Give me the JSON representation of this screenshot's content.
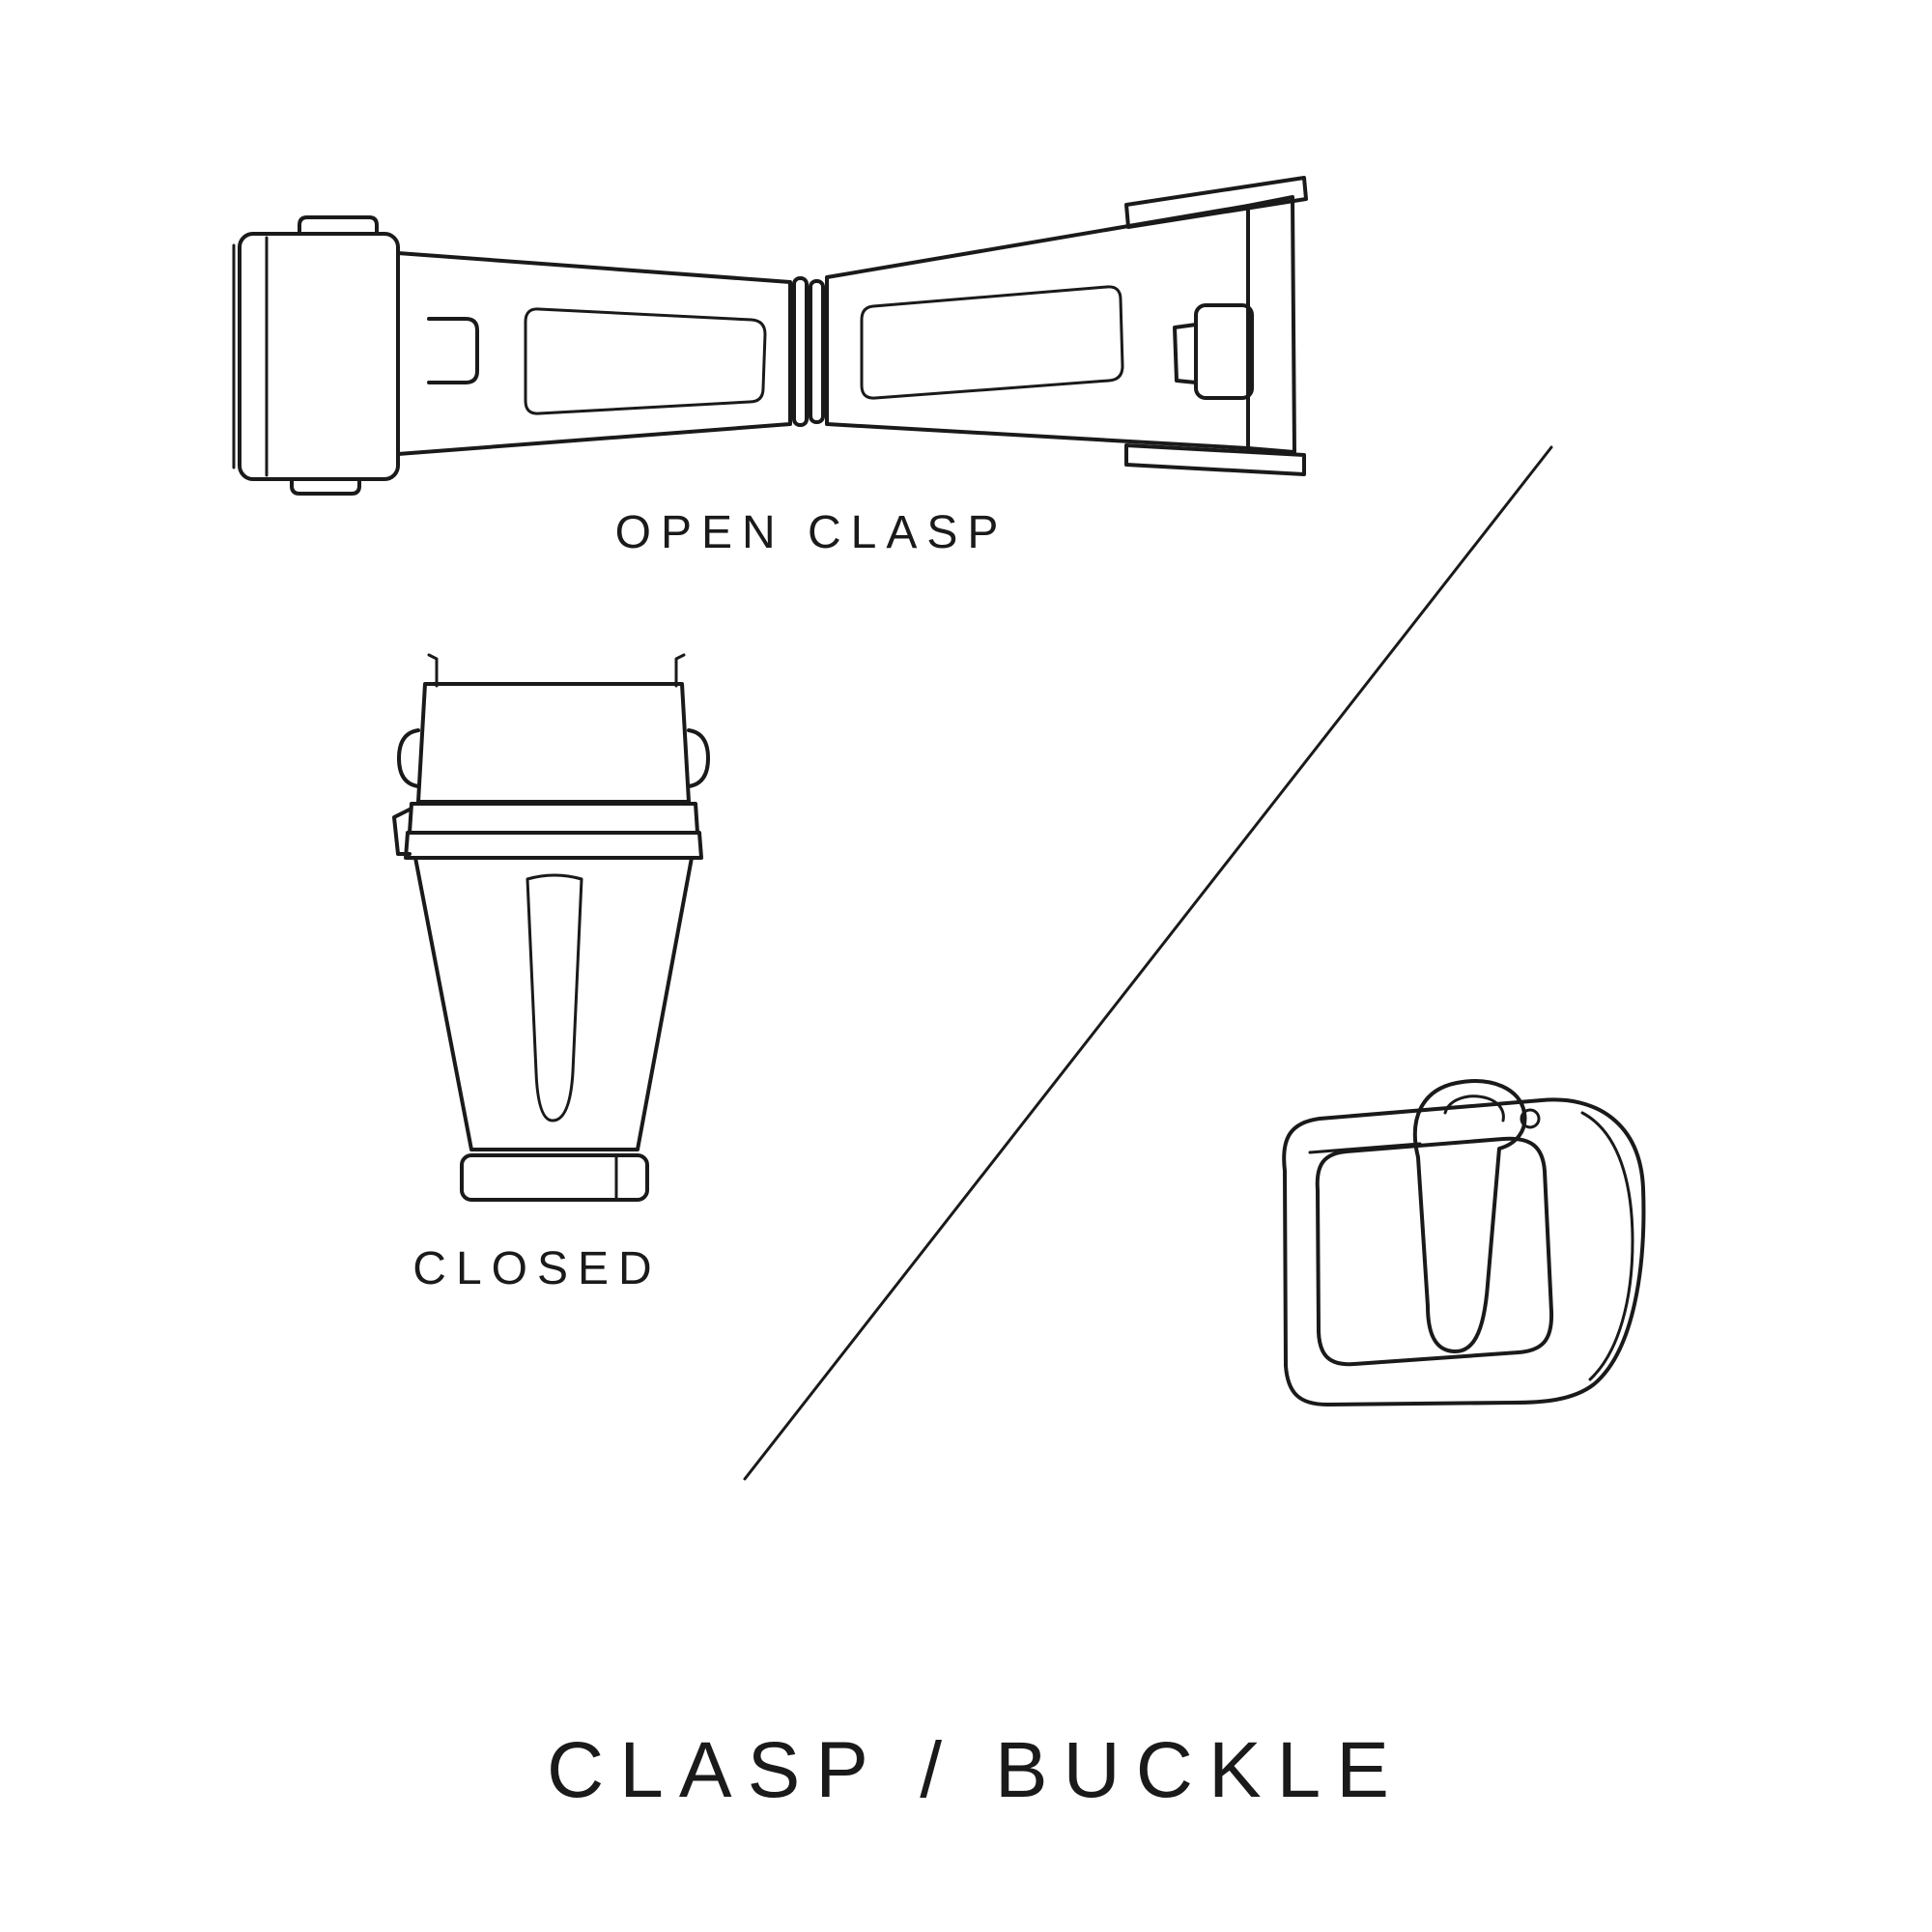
{
  "diagram": {
    "title": "CLASP / BUCKLE",
    "figures": {
      "open_clasp": {
        "label": "OPEN CLASP"
      },
      "closed_clasp": {
        "label": "CLOSED"
      },
      "buckle": {
        "label": ""
      }
    }
  },
  "colors": {
    "ink": "#1a1a1a",
    "background": "#ffffff"
  }
}
